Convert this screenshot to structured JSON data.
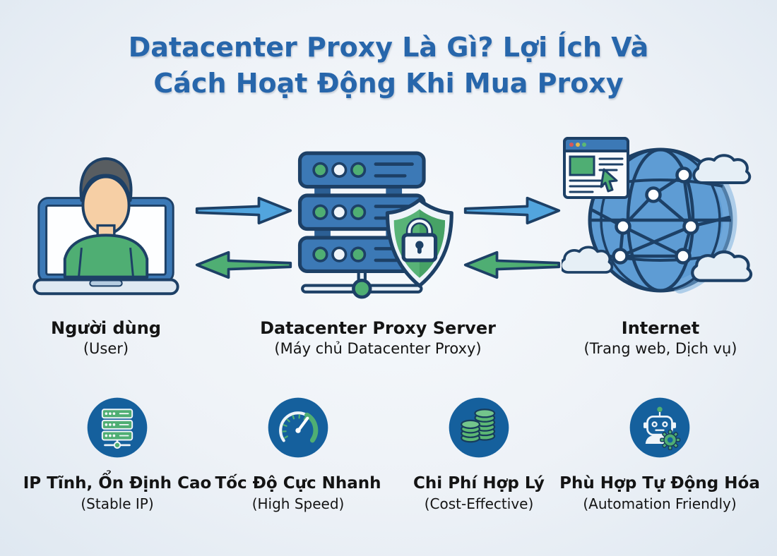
{
  "title": {
    "line1": "Datacenter Proxy Là Gì? Lợi Ích Và",
    "line2": "Cách Hoạt Động Khi Mua Proxy"
  },
  "flow": {
    "nodes": [
      {
        "id": "user",
        "icon": "user-laptop-icon",
        "label": "Người dùng",
        "sublabel": "(User)"
      },
      {
        "id": "proxy-server",
        "icon": "proxy-server-shield-icon",
        "label": "Datacenter Proxy Server",
        "sublabel": "(Máy chủ Datacenter Proxy)"
      },
      {
        "id": "internet",
        "icon": "internet-globe-icon",
        "label": "Internet",
        "sublabel": "(Trang web, Dịch vụ)"
      }
    ],
    "arrows": [
      {
        "between": "user-and-proxy",
        "forward_icon": "arrow-right-icon",
        "forward_color": "#52a5de",
        "back_icon": "arrow-left-icon",
        "back_color": "#4fae73"
      },
      {
        "between": "proxy-and-internet",
        "forward_icon": "arrow-right-icon",
        "forward_color": "#52a5de",
        "back_icon": "arrow-left-icon",
        "back_color": "#4fae73"
      }
    ]
  },
  "benefits": [
    {
      "icon": "server-stack-icon",
      "label": "IP Tĩnh, Ổn Định Cao",
      "sublabel": "(Stable IP)"
    },
    {
      "icon": "speedometer-icon",
      "label": "Tốc Độ Cực Nhanh",
      "sublabel": "(High Speed)"
    },
    {
      "icon": "coins-icon",
      "label": "Chi Phí Hợp Lý",
      "sublabel": "(Cost-Effective)"
    },
    {
      "icon": "robot-gear-icon",
      "label": "Phù Hợp Tự Động Hóa",
      "sublabel": "(Automation Friendly)"
    }
  ],
  "colors": {
    "title_blue": "#2766ab",
    "outline_navy": "#1d4066",
    "mid_blue": "#3c79b6",
    "arrow_blue": "#52a5de",
    "green": "#4fae73",
    "globe_blue": "#5e9cd4",
    "badge_blue": "#15609d",
    "background": "#eef2f7",
    "text_dark": "#141414"
  }
}
